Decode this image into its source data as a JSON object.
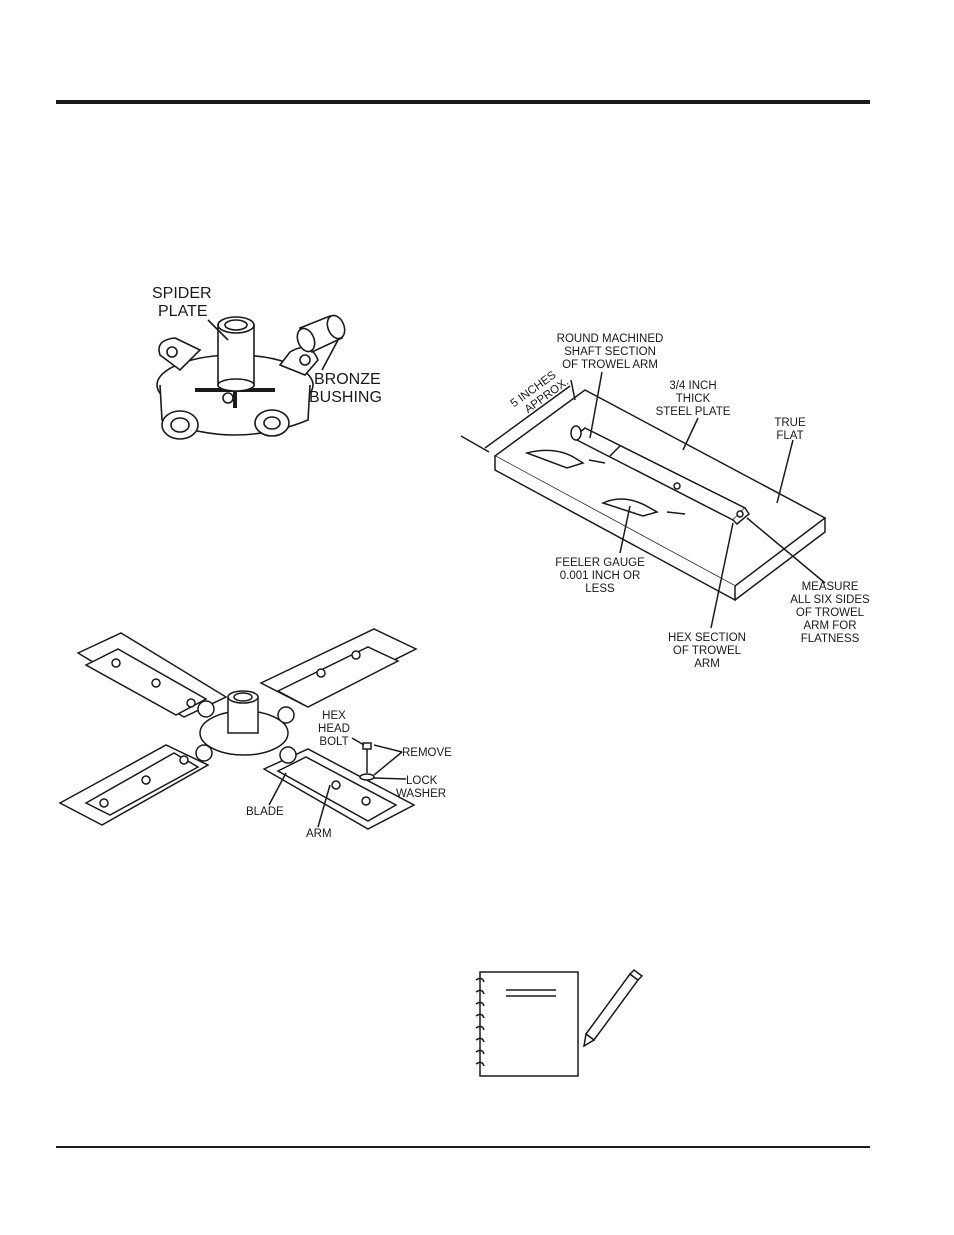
{
  "figure_spider": {
    "spider_plate_line1": "SPIDER",
    "spider_plate_line2": "PLATE",
    "bronze_bushing_line1": "BRONZE",
    "bronze_bushing_line2": "BUSHING"
  },
  "figure_flatness": {
    "round_shaft_line1": "ROUND MACHINED",
    "round_shaft_line2": "SHAFT SECTION",
    "round_shaft_line3": "OF TROWEL ARM",
    "steel_plate_line1": "3/4 INCH",
    "steel_plate_line2": "THICK",
    "steel_plate_line3": "STEEL PLATE",
    "true_flat_line1": "TRUE",
    "true_flat_line2": "FLAT",
    "five_inches_line1": "5 INCHES",
    "five_inches_line2": "APPROX.",
    "feeler_line1": "FEELER GAUGE",
    "feeler_line2": "0.001 INCH OR",
    "feeler_line3": "LESS",
    "measure_line1": "MEASURE",
    "measure_line2": "ALL SIX SIDES",
    "measure_line3": "OF TROWEL",
    "measure_line4": "ARM FOR",
    "measure_line5": "FLATNESS",
    "hex_line1": "HEX SECTION",
    "hex_line2": "OF TROWEL",
    "hex_line3": "ARM"
  },
  "figure_blades": {
    "hex_head_bolt_line1": "HEX",
    "hex_head_bolt_line2": "HEAD",
    "hex_head_bolt_line3": "BOLT",
    "remove": "REMOVE",
    "lock_washer_line1": "LOCK",
    "lock_washer_line2": "WASHER",
    "blade": "BLADE",
    "arm": "ARM"
  }
}
